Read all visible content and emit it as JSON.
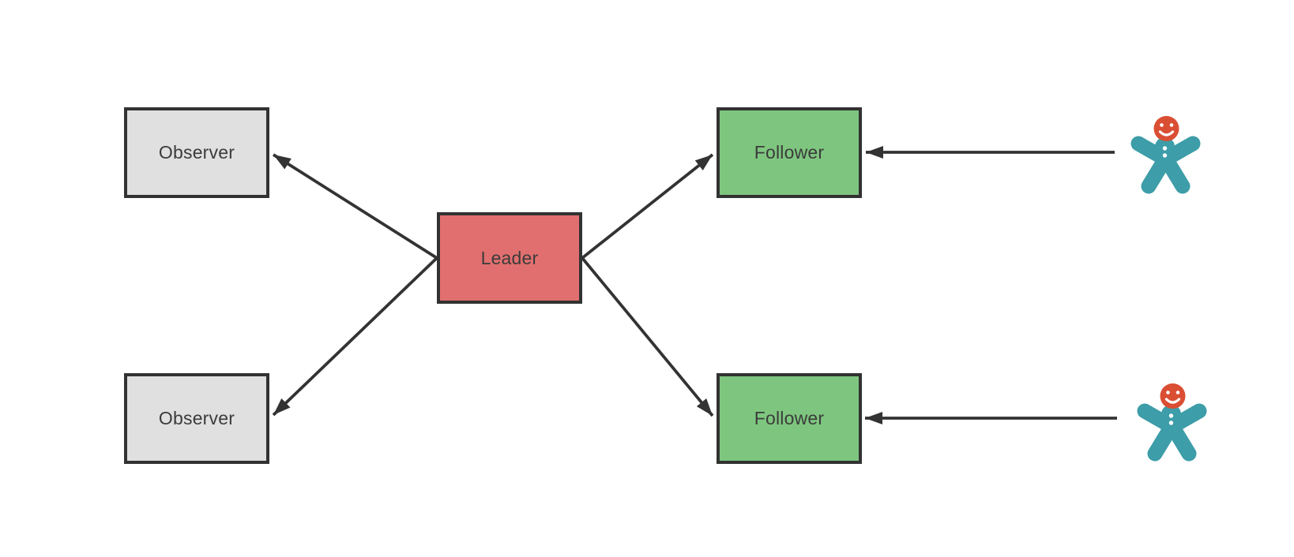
{
  "diagram": {
    "background": "#FFFFFF",
    "stroke_color": "#333333",
    "nodes": [
      {
        "id": "observer-top",
        "label": "Observer",
        "fill": "#E0E0E0",
        "text_color": "#3B3B3B"
      },
      {
        "id": "observer-bottom",
        "label": "Observer",
        "fill": "#E0E0E0",
        "text_color": "#3B3B3B"
      },
      {
        "id": "leader",
        "label": "Leader",
        "fill": "#E26F6F",
        "text_color": "#3B3B3B"
      },
      {
        "id": "follower-top",
        "label": "Follower",
        "fill": "#7EC67F",
        "text_color": "#3B3B3B"
      },
      {
        "id": "follower-bottom",
        "label": "Follower",
        "fill": "#7EC67F",
        "text_color": "#3B3B3B"
      }
    ],
    "edges": [
      {
        "from": "leader",
        "to": "observer-top",
        "arrow_at": "observer-top"
      },
      {
        "from": "leader",
        "to": "observer-bottom",
        "arrow_at": "observer-bottom"
      },
      {
        "from": "leader",
        "to": "follower-top",
        "arrow_at": "follower-top"
      },
      {
        "from": "leader",
        "to": "follower-bottom",
        "arrow_at": "follower-bottom"
      },
      {
        "from": "client-top",
        "to": "follower-top",
        "arrow_at": "follower-top"
      },
      {
        "from": "client-bottom",
        "to": "follower-bottom",
        "arrow_at": "follower-bottom"
      }
    ],
    "icons": [
      {
        "id": "client-top",
        "name": "person-icon",
        "body_color": "#3D9DA8",
        "head_color": "#DA4E33",
        "face_color": "#FFFFFF"
      },
      {
        "id": "client-bottom",
        "name": "person-icon",
        "body_color": "#3D9DA8",
        "head_color": "#DA4E33",
        "face_color": "#FFFFFF"
      }
    ]
  }
}
